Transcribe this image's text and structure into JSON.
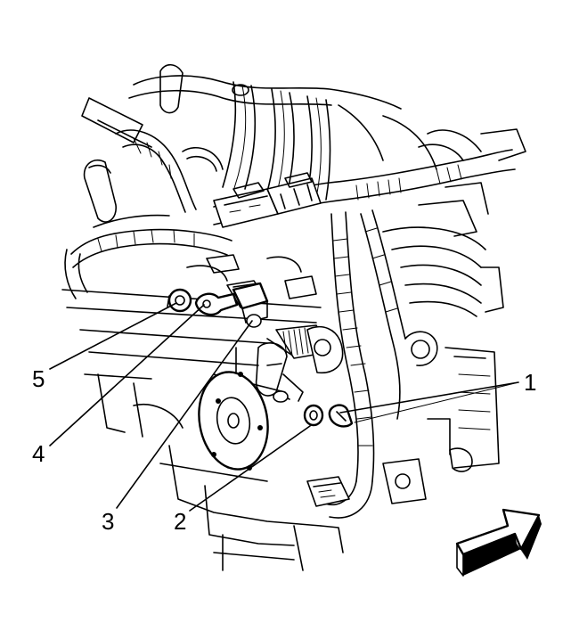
{
  "callouts": [
    {
      "id": "1",
      "label": "1"
    },
    {
      "id": "2",
      "label": "2"
    },
    {
      "id": "3",
      "label": "3"
    },
    {
      "id": "4",
      "label": "4"
    },
    {
      "id": "5",
      "label": "5"
    }
  ],
  "icons": {
    "direction_arrow": "direction-arrow-icon"
  }
}
